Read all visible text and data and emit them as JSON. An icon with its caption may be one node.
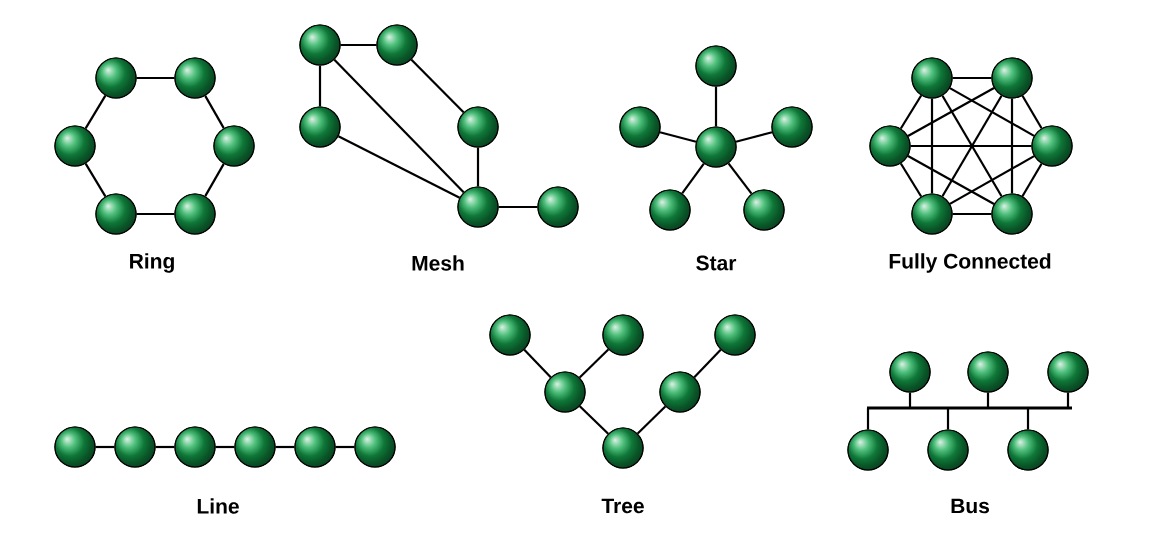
{
  "diagram": {
    "nodes": [
      {
        "text": [],
        "shape": "circle"
      },
      {
        "text": [],
        "shape": "circle"
      },
      {
        "text": [],
        "shape": "circle"
      },
      {
        "text": [],
        "shape": "circle"
      },
      {
        "text": [],
        "shape": "circle"
      },
      {
        "text": [],
        "shape": "circle"
      },
      {
        "text": [],
        "shape": "circle"
      },
      {
        "text": [],
        "shape": "circle"
      },
      {
        "text": [],
        "shape": "circle"
      },
      {
        "text": [],
        "shape": "circle"
      },
      {
        "text": [],
        "shape": "circle"
      },
      {
        "text": [],
        "shape": "circle"
      },
      {
        "text": [],
        "shape": "circle"
      },
      {
        "text": [],
        "shape": "circle"
      },
      {
        "text": [],
        "shape": "circle"
      },
      {
        "text": [],
        "shape": "circle"
      },
      {
        "text": [],
        "shape": "circle"
      },
      {
        "text": [],
        "shape": "circle"
      },
      {
        "text": [],
        "shape": "circle"
      },
      {
        "text": [],
        "shape": "circle"
      },
      {
        "text": [],
        "shape": "circle"
      },
      {
        "text": [],
        "shape": "circle"
      },
      {
        "text": [],
        "shape": "circle"
      },
      {
        "text": [],
        "shape": "circle"
      },
      {
        "text": [],
        "shape": "circle"
      },
      {
        "text": [],
        "shape": "circle"
      },
      {
        "text": [],
        "shape": "circle"
      },
      {
        "text": [],
        "shape": "circle"
      },
      {
        "text": [],
        "shape": "circle"
      },
      {
        "text": [],
        "shape": "circle"
      },
      {
        "text": [],
        "shape": "circle"
      },
      {
        "text": [],
        "shape": "circle"
      },
      {
        "text": [],
        "shape": "circle"
      },
      {
        "text": [],
        "shape": "circle"
      },
      {
        "text": [],
        "shape": "circle"
      },
      {
        "text": [],
        "shape": "circle"
      },
      {
        "text": [],
        "shape": "circle"
      },
      {
        "text": [],
        "shape": "circle"
      },
      {
        "text": [],
        "shape": "circle"
      },
      {
        "text": [],
        "shape": "bar"
      },
      {
        "text": [],
        "shape": "circle"
      },
      {
        "text": [],
        "shape": "circle"
      },
      {
        "text": [],
        "shape": "circle"
      }
    ],
    "edges": [
      {
        "from": 0,
        "to": 1,
        "arrow": "none"
      },
      {
        "from": 1,
        "to": 3,
        "arrow": "none"
      },
      {
        "from": 3,
        "to": 5,
        "arrow": "none"
      },
      {
        "from": 5,
        "to": 4,
        "arrow": "none"
      },
      {
        "from": 4,
        "to": 2,
        "arrow": "none"
      },
      {
        "from": 2,
        "to": 0,
        "arrow": "none"
      },
      {
        "from": 6,
        "to": 7,
        "arrow": "none"
      },
      {
        "from": 6,
        "to": 8,
        "arrow": "none"
      },
      {
        "from": 6,
        "to": 10,
        "arrow": "none"
      },
      {
        "from": 8,
        "to": 10,
        "arrow": "none"
      },
      {
        "from": 7,
        "to": 9,
        "arrow": "none"
      },
      {
        "from": 9,
        "to": 10,
        "arrow": "none"
      },
      {
        "from": 10,
        "to": 11,
        "arrow": "none"
      },
      {
        "from": 13,
        "to": 12,
        "arrow": "none"
      },
      {
        "from": 13,
        "to": 14,
        "arrow": "none"
      },
      {
        "from": 13,
        "to": 15,
        "arrow": "none"
      },
      {
        "from": 13,
        "to": 16,
        "arrow": "none"
      },
      {
        "from": 13,
        "to": 17,
        "arrow": "none"
      },
      {
        "from": 18,
        "to": 19,
        "arrow": "none"
      },
      {
        "from": 18,
        "to": 20,
        "arrow": "none"
      },
      {
        "from": 18,
        "to": 21,
        "arrow": "none"
      },
      {
        "from": 18,
        "to": 22,
        "arrow": "none"
      },
      {
        "from": 18,
        "to": 23,
        "arrow": "none"
      },
      {
        "from": 19,
        "to": 20,
        "arrow": "none"
      },
      {
        "from": 19,
        "to": 21,
        "arrow": "none"
      },
      {
        "from": 19,
        "to": 22,
        "arrow": "none"
      },
      {
        "from": 19,
        "to": 23,
        "arrow": "none"
      },
      {
        "from": 20,
        "to": 21,
        "arrow": "none"
      },
      {
        "from": 20,
        "to": 22,
        "arrow": "none"
      },
      {
        "from": 20,
        "to": 23,
        "arrow": "none"
      },
      {
        "from": 21,
        "to": 22,
        "arrow": "none"
      },
      {
        "from": 21,
        "to": 23,
        "arrow": "none"
      },
      {
        "from": 22,
        "to": 23,
        "arrow": "none"
      },
      {
        "from": 24,
        "to": 25,
        "arrow": "none"
      },
      {
        "from": 25,
        "to": 26,
        "arrow": "none"
      },
      {
        "from": 26,
        "to": 27,
        "arrow": "none"
      },
      {
        "from": 27,
        "to": 28,
        "arrow": "none"
      },
      {
        "from": 28,
        "to": 29,
        "arrow": "none"
      },
      {
        "from": 30,
        "to": 33,
        "arrow": "none"
      },
      {
        "from": 31,
        "to": 33,
        "arrow": "none"
      },
      {
        "from": 33,
        "to": 35,
        "arrow": "none"
      },
      {
        "from": 35,
        "to": 34,
        "arrow": "none"
      },
      {
        "from": 34,
        "to": 32,
        "arrow": "none"
      },
      {
        "from": 36,
        "to": 39,
        "arrow": "none"
      },
      {
        "from": 37,
        "to": 39,
        "arrow": "none"
      },
      {
        "from": 38,
        "to": 39,
        "arrow": "none"
      },
      {
        "from": 40,
        "to": 39,
        "arrow": "none"
      },
      {
        "from": 41,
        "to": 39,
        "arrow": "none"
      },
      {
        "from": 42,
        "to": 39,
        "arrow": "none"
      }
    ],
    "labels": [
      "Ring",
      "Mesh",
      "Star",
      "Fully Connected",
      "Line",
      "Tree",
      "Bus"
    ]
  }
}
